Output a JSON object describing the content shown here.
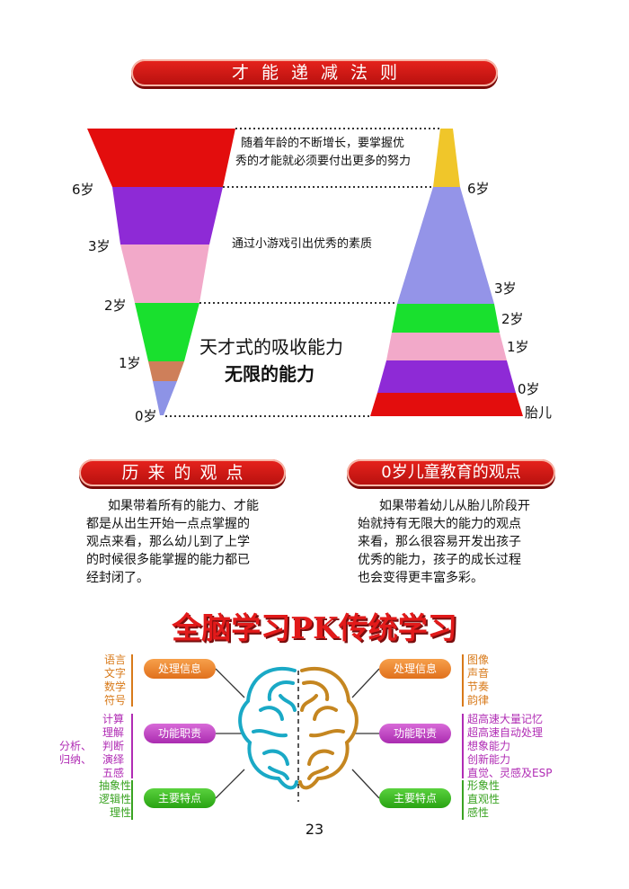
{
  "top_banner": "才能递减法则",
  "left_triangle": {
    "ages": [
      "6岁",
      "3岁",
      "2岁",
      "1岁",
      "0岁"
    ],
    "colors": [
      "#e30d0d",
      "#8e2ad6",
      "#f2a9c9",
      "#19e02e",
      "#ce7f5a",
      "#8d93e6"
    ]
  },
  "right_triangle": {
    "ages": [
      "6岁",
      "3岁",
      "2岁",
      "1岁",
      "0岁",
      "胎儿"
    ],
    "colors": [
      "#f0c62a",
      "#9494e8",
      "#19e02e",
      "#f2a9c9",
      "#8e2ad6",
      "#e30d0d"
    ]
  },
  "notes": {
    "effort_line1": "随着年龄的不断增长，要掌握优",
    "effort_line2": "秀的才能就必须要付出更多的努力",
    "games": "通过小游戏引出优秀的素质",
    "genius": "天才式的吸收能力",
    "unlimited": "无限的能力"
  },
  "section_history": {
    "banner": "历来的观点",
    "lines": [
      "如果带着所有的能力、才能",
      "都是从出生开始一点点掌握的",
      "观点来看，那么幼儿到了上学",
      "的时候很多能掌握的能力都已",
      "经封闭了。"
    ]
  },
  "section_zero": {
    "banner": "0岁儿童教育的观点",
    "lines": [
      "如果带着幼儿从胎儿阶段开",
      "始就持有无限大的能力的观点",
      "来看，那么很容易开发出孩子",
      "优秀的能力，孩子的成长过程",
      "也会变得更丰富多彩。"
    ]
  },
  "brain_section": {
    "title": "全脑学习PK传统学习",
    "pills": {
      "process": "处理信息",
      "function": "功能职责",
      "feature": "主要特点"
    },
    "left": {
      "process": [
        "语言",
        "文字",
        "数学",
        "符号"
      ],
      "function": [
        "计算",
        "理解",
        "判断",
        "演绎",
        "五感"
      ],
      "function_extra": [
        "分析、",
        "归纳、"
      ],
      "feature": [
        "抽象性",
        "逻辑性",
        "理性"
      ]
    },
    "right": {
      "process": [
        "图像",
        "声音",
        "节奏",
        "韵律"
      ],
      "function": [
        "超高速大量记忆",
        "超高速自动处理",
        "想象能力",
        "创新能力",
        "直觉、灵感及ESP"
      ],
      "feature": [
        "形象性",
        "直观性",
        "感性"
      ]
    },
    "colors": {
      "orange": "#e0701c",
      "purple": "#b02cb4",
      "green": "#3aa322",
      "left_brain": "#1aa9c6",
      "right_brain": "#c58620"
    }
  },
  "page_number": "23"
}
